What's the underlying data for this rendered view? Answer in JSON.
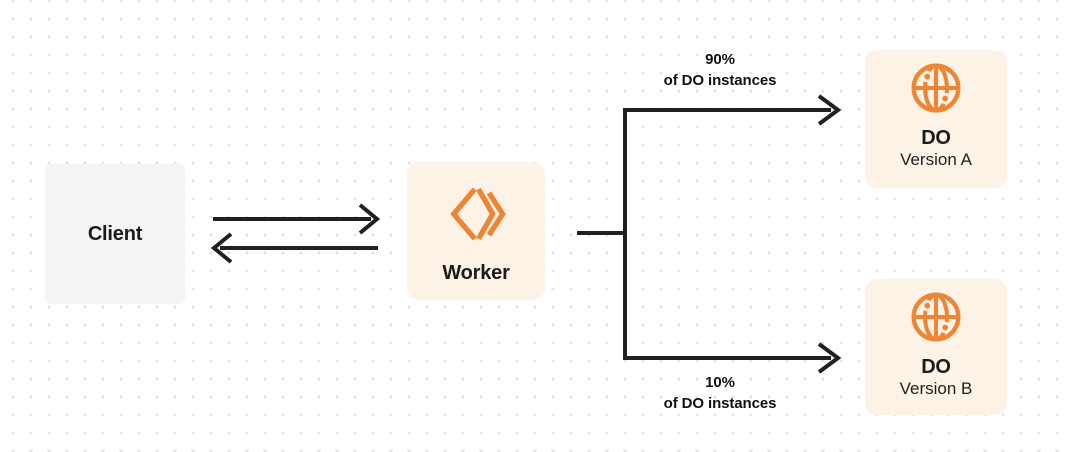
{
  "nodes": {
    "client": {
      "label": "Client"
    },
    "worker": {
      "label": "Worker",
      "icon": "workers-chevron-icon"
    },
    "do_version_a": {
      "title": "DO",
      "subtitle": "Version A",
      "icon": "globe-icon"
    },
    "do_version_b": {
      "title": "DO",
      "subtitle": "Version B",
      "icon": "globe-icon"
    }
  },
  "edges": {
    "client_worker": {
      "style": "bidirectional-arrows"
    },
    "top_branch": {
      "percent": "90%",
      "caption": "of DO instances"
    },
    "bottom_branch": {
      "percent": "10%",
      "caption": "of DO instances"
    }
  },
  "colors": {
    "accent_orange": "#EE8434",
    "cream_box": "#FCF2E6",
    "gray_box": "#F4F4F5",
    "line": "#202020"
  }
}
